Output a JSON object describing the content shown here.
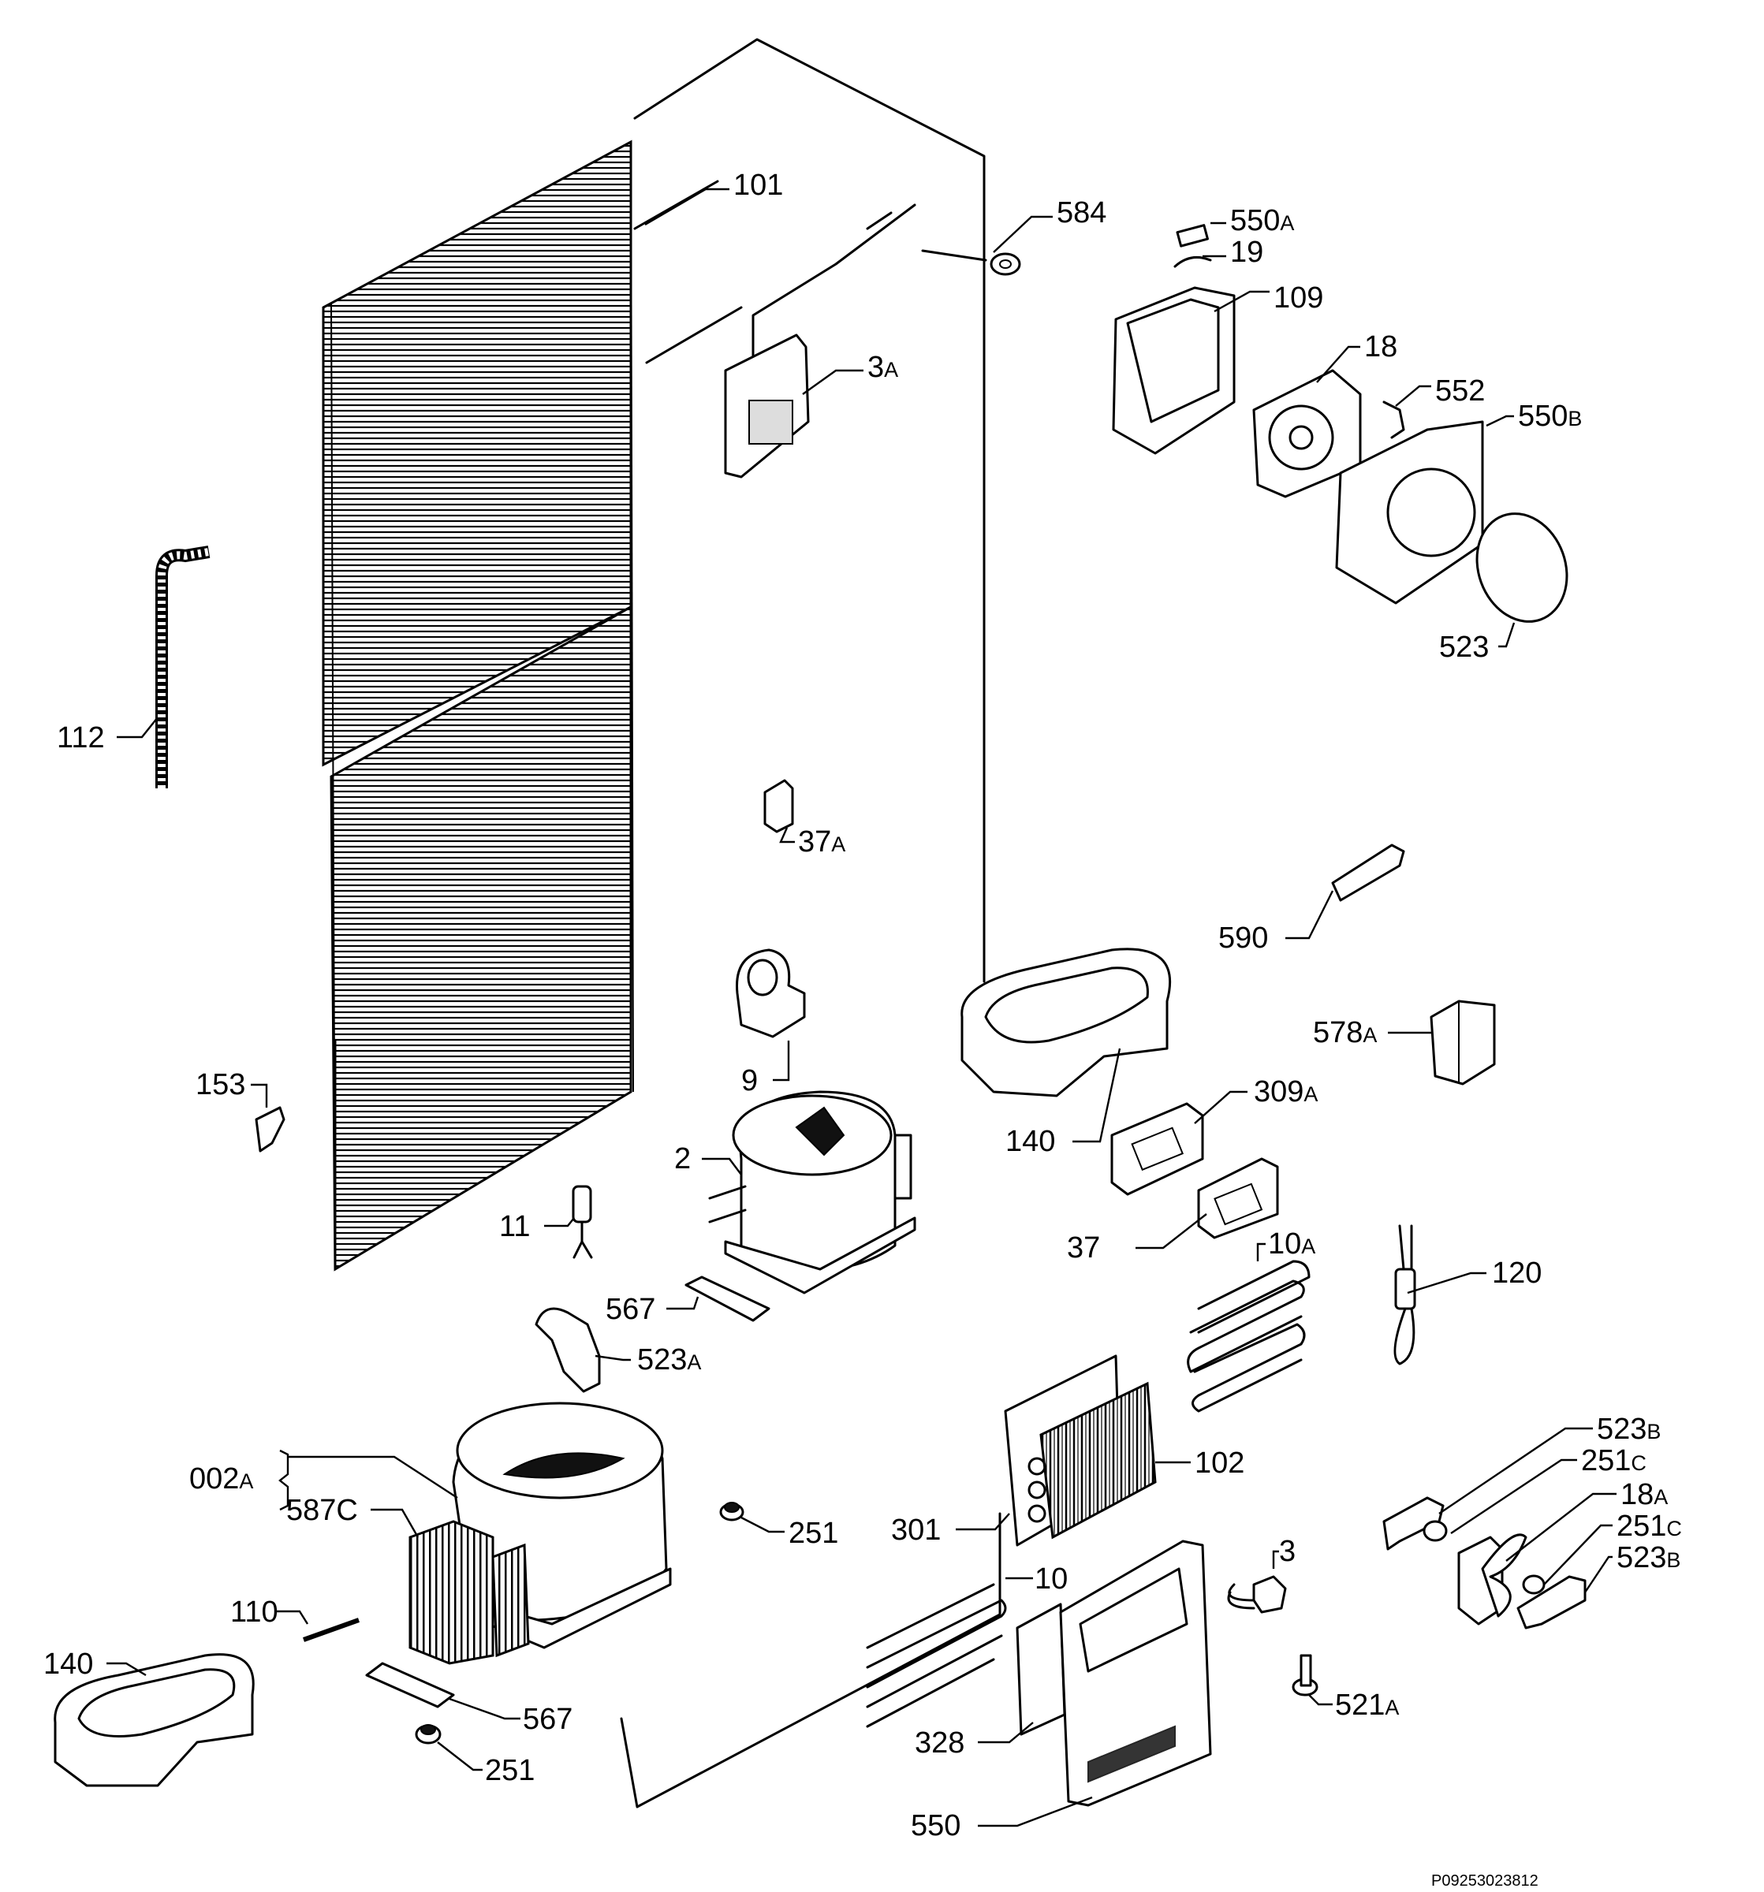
{
  "diagram": {
    "reference_code": "P09253023812",
    "labels": [
      {
        "num": "101",
        "suffix": ""
      },
      {
        "num": "584",
        "suffix": ""
      },
      {
        "num": "550",
        "suffix": "A"
      },
      {
        "num": "19",
        "suffix": ""
      },
      {
        "num": "109",
        "suffix": ""
      },
      {
        "num": "18",
        "suffix": ""
      },
      {
        "num": "3",
        "suffix": "A"
      },
      {
        "num": "552",
        "suffix": ""
      },
      {
        "num": "550",
        "suffix": "B"
      },
      {
        "num": "523",
        "suffix": ""
      },
      {
        "num": "112",
        "suffix": ""
      },
      {
        "num": "37",
        "suffix": "A"
      },
      {
        "num": "590",
        "suffix": ""
      },
      {
        "num": "9",
        "suffix": ""
      },
      {
        "num": "578",
        "suffix": "A"
      },
      {
        "num": "140",
        "suffix": ""
      },
      {
        "num": "309",
        "suffix": "A"
      },
      {
        "num": "153",
        "suffix": ""
      },
      {
        "num": "2",
        "suffix": ""
      },
      {
        "num": "37",
        "suffix": ""
      },
      {
        "num": "11",
        "suffix": ""
      },
      {
        "num": "10",
        "suffix": "A"
      },
      {
        "num": "120",
        "suffix": ""
      },
      {
        "num": "567",
        "suffix": ""
      },
      {
        "num": "523",
        "suffix": "A"
      },
      {
        "num": "102",
        "suffix": ""
      },
      {
        "num": "523",
        "suffix": "B"
      },
      {
        "num": "251",
        "suffix": "C"
      },
      {
        "num": "002",
        "suffix": "A"
      },
      {
        "num": "587C",
        "suffix": ""
      },
      {
        "num": "251",
        "suffix": ""
      },
      {
        "num": "301",
        "suffix": ""
      },
      {
        "num": "3",
        "suffix": ""
      },
      {
        "num": "18",
        "suffix": "A"
      },
      {
        "num": "251",
        "suffix": "C"
      },
      {
        "num": "523",
        "suffix": "B"
      },
      {
        "num": "110",
        "suffix": ""
      },
      {
        "num": "10",
        "suffix": ""
      },
      {
        "num": "140",
        "suffix": ""
      },
      {
        "num": "567",
        "suffix": ""
      },
      {
        "num": "328",
        "suffix": ""
      },
      {
        "num": "521",
        "suffix": "A"
      },
      {
        "num": "251",
        "suffix": ""
      },
      {
        "num": "550",
        "suffix": ""
      }
    ]
  }
}
